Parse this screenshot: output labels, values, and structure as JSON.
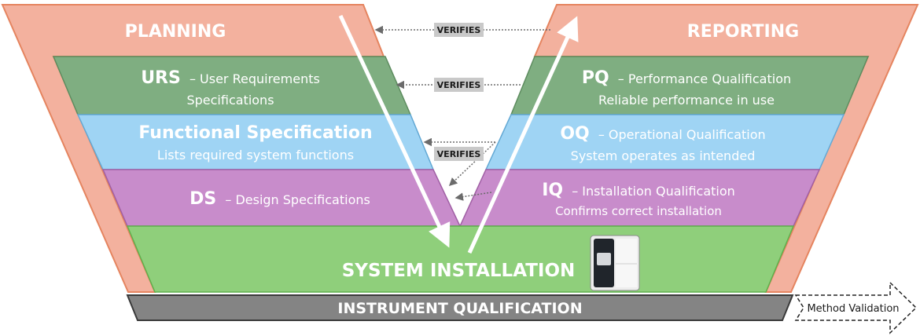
{
  "colors": {
    "planning": "#f3b19e",
    "planning_stroke": "#e5845f",
    "urs": "#7fae81",
    "fs": "#9fd4f4",
    "ds": "#c88ccb",
    "install": "#8fcf7b",
    "qual_bar": "#848484",
    "verifies_bg": "#c9c9c9",
    "text_light": "#ffffff",
    "text_dark": "#1a1a1a"
  },
  "left": {
    "planning": "PLANNING",
    "urs_abbr": "URS",
    "urs_desc": "– User Requirements",
    "urs_desc2": "Specifications",
    "fs_title": "Functional Specification",
    "fs_desc": "Lists required system functions",
    "ds_abbr": "DS",
    "ds_desc": "– Design Specifications"
  },
  "right": {
    "reporting": "REPORTING",
    "pq_abbr": "PQ",
    "pq_desc": "– Performance Qualification",
    "pq_desc2": "Reliable performance in use",
    "oq_abbr": "OQ",
    "oq_desc": "– Operational Qualification",
    "oq_desc2": "System operates as intended",
    "iq_abbr": "IQ",
    "iq_desc": "– Installation Qualification",
    "iq_desc2": "Confirms correct installation"
  },
  "verifies": [
    "VERIFIES",
    "VERIFIES",
    "VERIFIES"
  ],
  "installation": "SYSTEM INSTALLATION",
  "qualification": "INSTRUMENT QUALIFICATION",
  "method_validation": "Method Validation",
  "icons": {
    "instrument": "instrument-icon",
    "down_arrow": "down-arrow-icon",
    "up_arrow": "up-arrow-icon"
  }
}
